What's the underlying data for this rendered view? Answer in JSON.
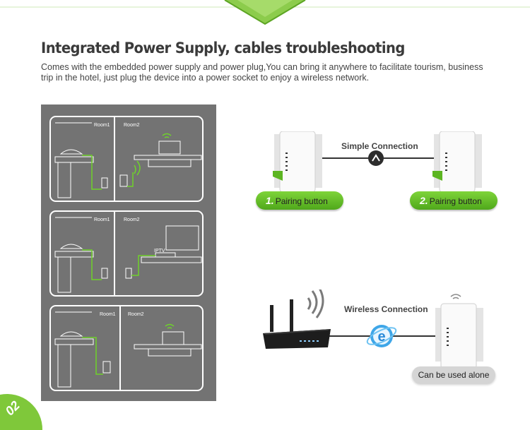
{
  "heading": "Integrated Power Supply, cables troubleshooting",
  "description": "Comes with the embedded power supply and power plug,You can bring it anywhere to facilitate tourism, business trip in the hotel, just plug the device into a power socket to enjoy a wireless network.",
  "page_number": "02",
  "scenes": [
    {
      "room1": "Room1",
      "room2": "Room2"
    },
    {
      "room1": "Room1",
      "room2": "Room2",
      "device_label": "IPTV"
    },
    {
      "room1": "Room1",
      "room2": "Room2"
    }
  ],
  "simple_connection": {
    "label": "Simple Connection",
    "buttons": [
      {
        "number": "1.",
        "label": "Pairing button"
      },
      {
        "number": "2.",
        "label": "Pairing button"
      }
    ]
  },
  "wireless_connection": {
    "label": "Wireless Connection",
    "alone_label": "Can be used alone"
  },
  "colors": {
    "accent_green": "#5cb521",
    "panel_gray": "#737373"
  },
  "icons": [
    "wifi-signal-icon",
    "powerline-adapter-icon",
    "router-icon",
    "internet-explorer-icon",
    "power-plug-icon"
  ]
}
